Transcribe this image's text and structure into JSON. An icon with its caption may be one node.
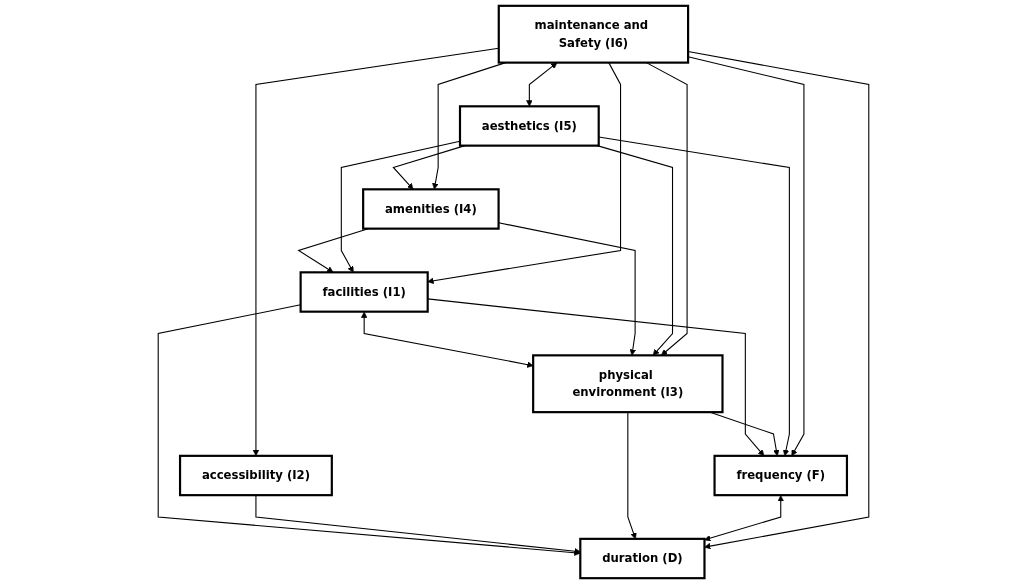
{
  "diagram": {
    "nodes": [
      {
        "text": [
          "facilities (I1)"
        ]
      },
      {
        "text": [
          "accessibility (I2)"
        ]
      },
      {
        "text": [
          "frequency (F)"
        ]
      },
      {
        "text": [
          "physical environment (I3)"
        ]
      },
      {
        "text": [
          "duration (D)"
        ]
      },
      {
        "text": [
          "amenities (I4)"
        ]
      },
      {
        "text": [
          "maintenance and Safety (I6)"
        ]
      },
      {
        "text": [
          "aesthetics (I5)"
        ]
      }
    ],
    "edges": [
      {
        "from": 0,
        "to": 2,
        "arrow": "to"
      },
      {
        "from": 0,
        "to": 4,
        "arrow": "to"
      },
      {
        "from": 0,
        "to": 3,
        "arrow": "both"
      },
      {
        "from": 1,
        "to": 4,
        "arrow": "to"
      },
      {
        "from": 3,
        "to": 2,
        "arrow": "to"
      },
      {
        "from": 3,
        "to": 4,
        "arrow": "to"
      },
      {
        "from": 2,
        "to": 4,
        "arrow": "both"
      },
      {
        "from": 5,
        "to": 3,
        "arrow": "to"
      },
      {
        "from": 5,
        "to": 0,
        "arrow": "to"
      },
      {
        "from": 7,
        "to": 0,
        "arrow": "to"
      },
      {
        "from": 7,
        "to": 2,
        "arrow": "to"
      },
      {
        "from": 7,
        "to": 3,
        "arrow": "to"
      },
      {
        "from": 7,
        "to": 5,
        "arrow": "to"
      },
      {
        "from": 6,
        "to": 4,
        "arrow": "to"
      },
      {
        "from": 6,
        "to": 2,
        "arrow": "to"
      },
      {
        "from": 6,
        "to": 0,
        "arrow": "to"
      },
      {
        "from": 6,
        "to": 1,
        "arrow": "to"
      },
      {
        "from": 6,
        "to": 3,
        "arrow": "to"
      },
      {
        "from": 6,
        "to": 5,
        "arrow": "to"
      },
      {
        "from": 6,
        "to": 7,
        "arrow": "both"
      }
    ]
  }
}
